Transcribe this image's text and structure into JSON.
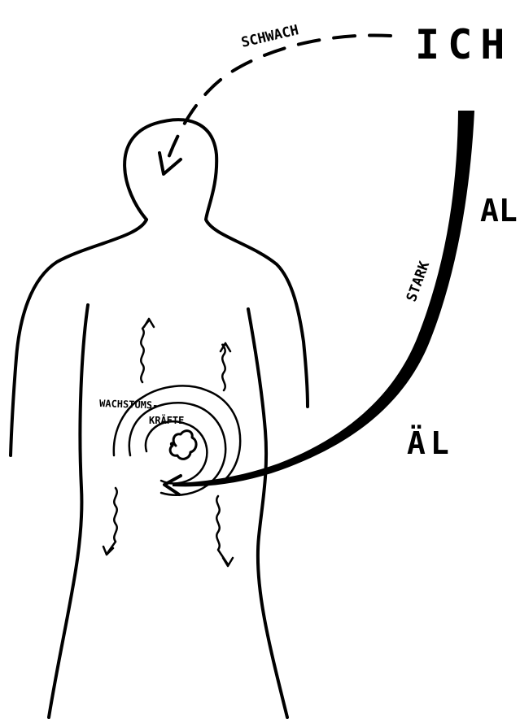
{
  "labels": {
    "ich": "ICH",
    "schwach": "SCHWACH",
    "stark": "STARK",
    "al": "AL",
    "ael": "ÄL",
    "wachstum_line1": "WACHSTUMS-",
    "wachstum_line2": "KRÄFTE"
  },
  "colors": {
    "ink": "#000000",
    "paper": "#ffffff"
  }
}
